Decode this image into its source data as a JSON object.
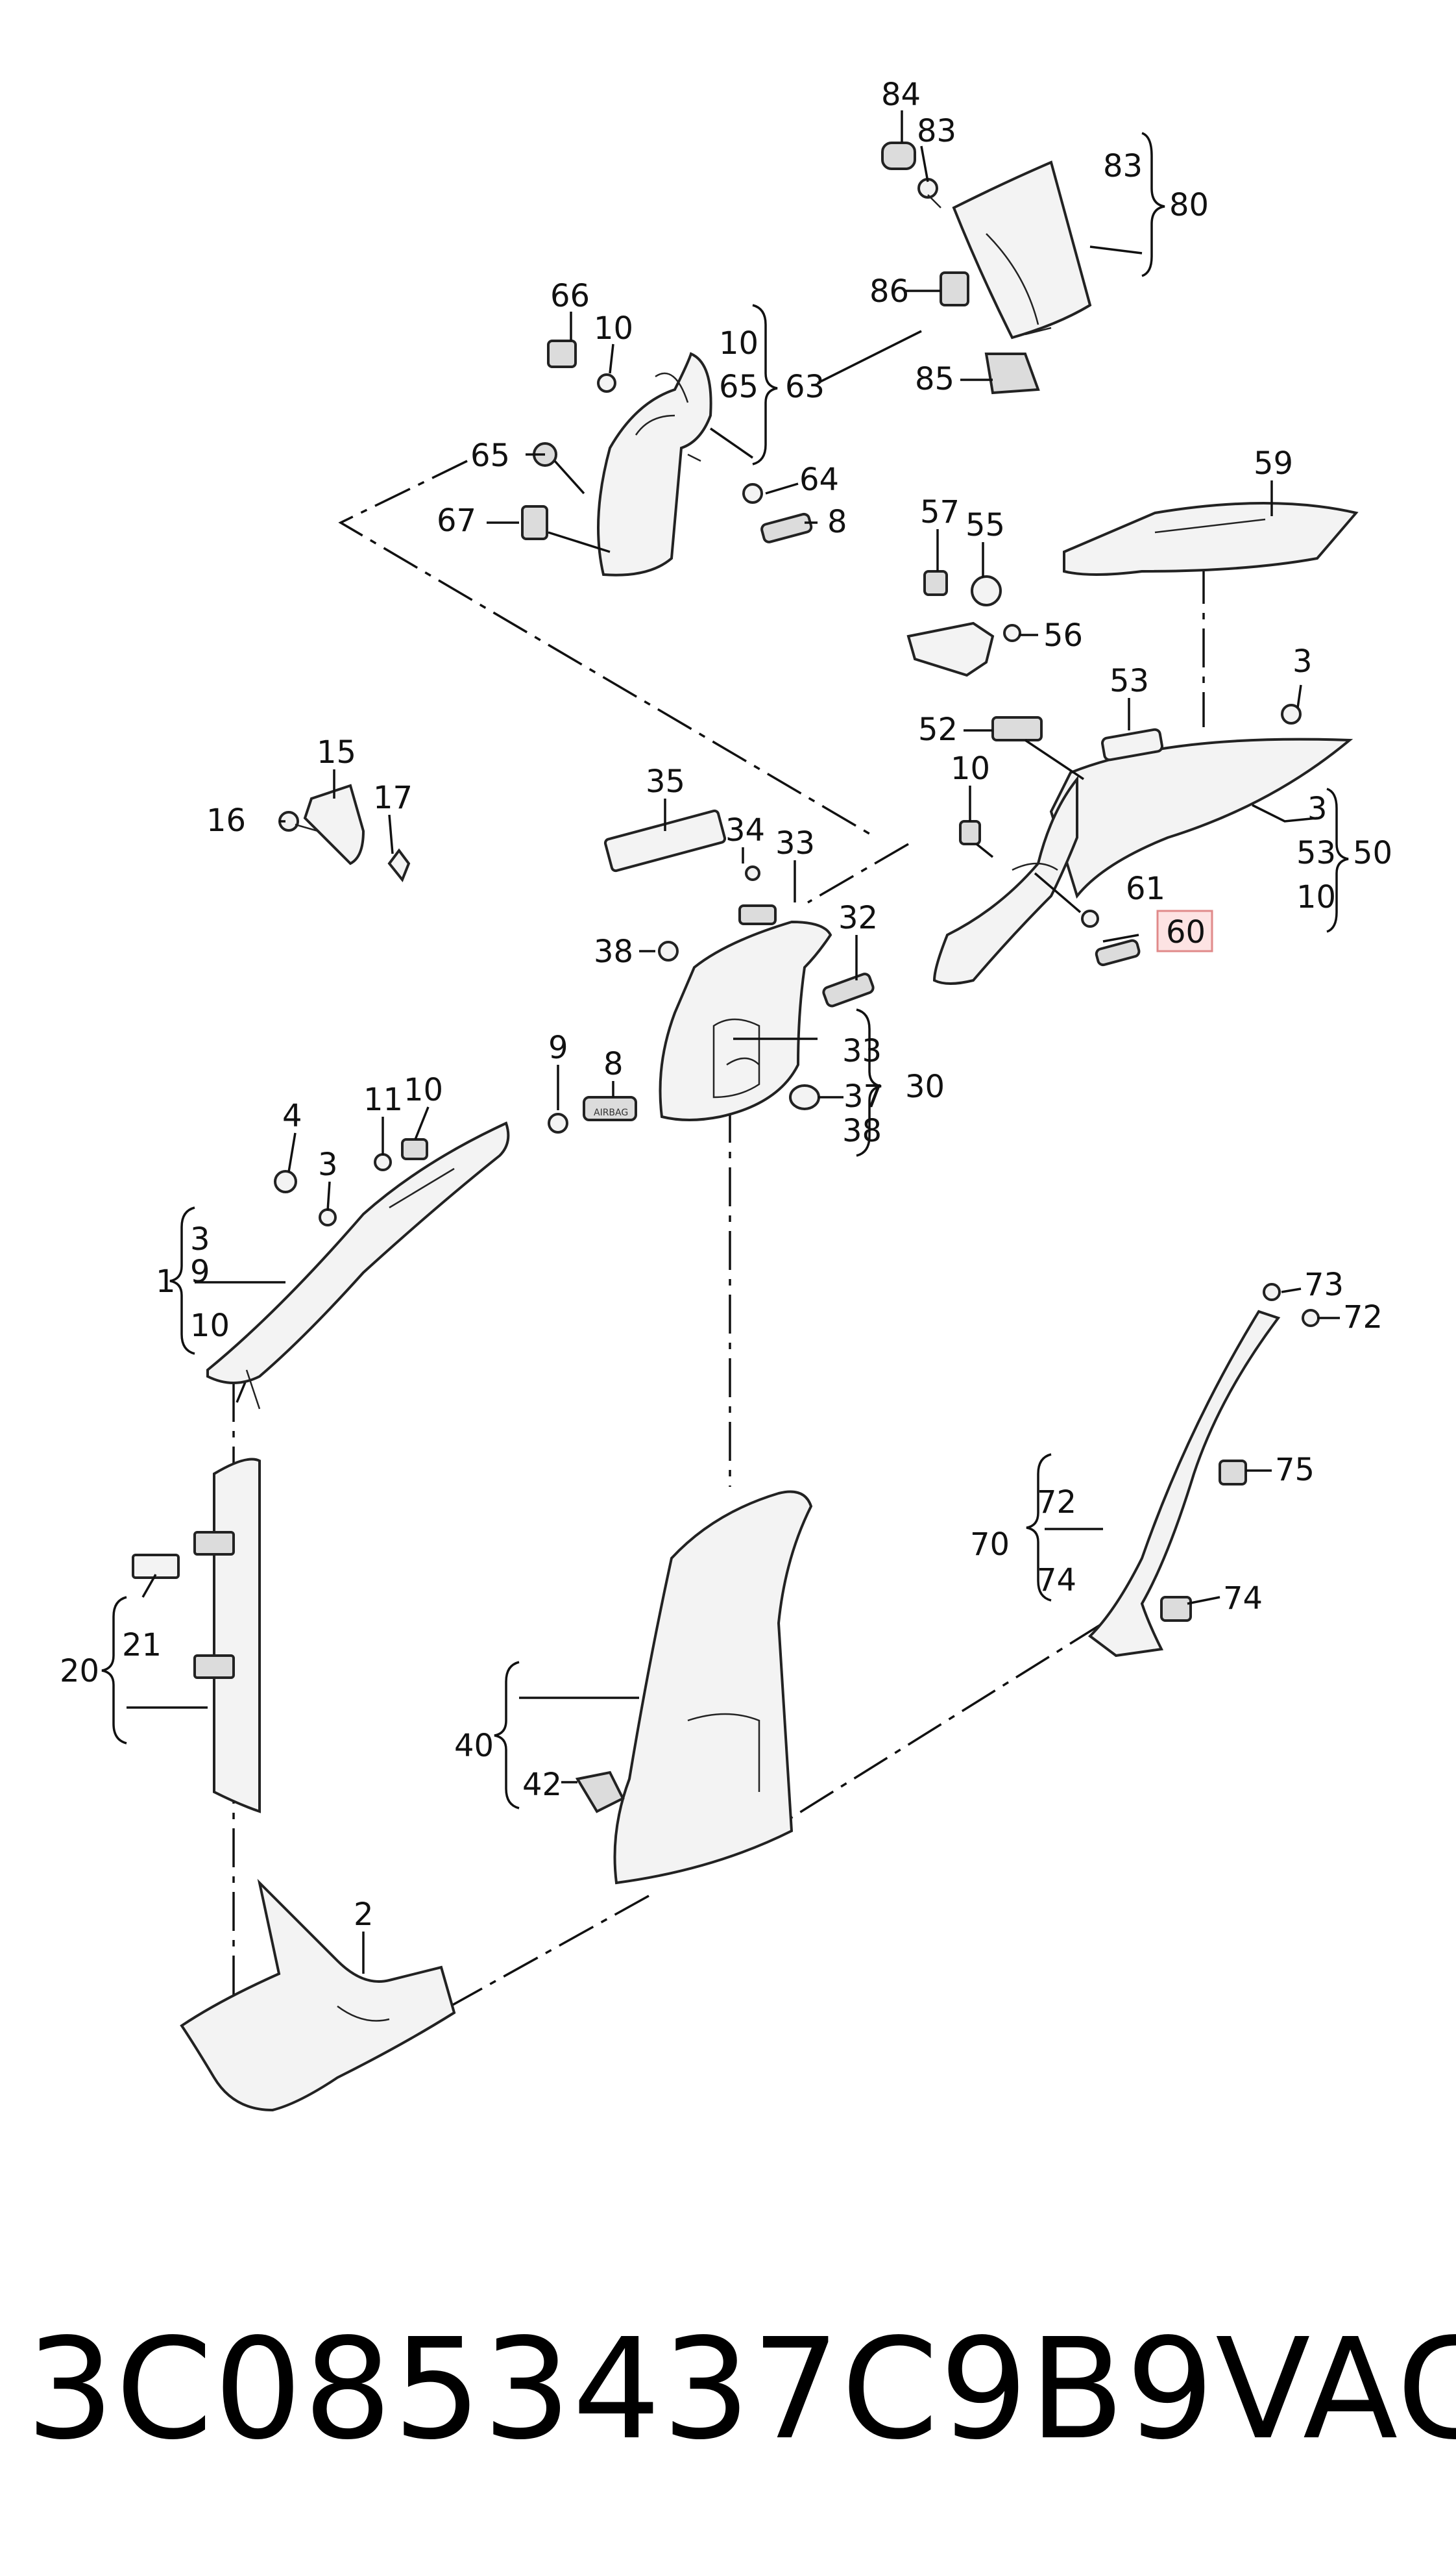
{
  "callouts": {
    "c84": "84",
    "c83a": "83",
    "c83b": "83",
    "c80": "80",
    "c86": "86",
    "c85": "85",
    "c66": "66",
    "c10a": "10",
    "c10b": "10",
    "c65a": "65",
    "c63": "63",
    "c65b": "65",
    "c64": "64",
    "c67": "67",
    "c8a": "8",
    "c59": "59",
    "c57": "57",
    "c55": "55",
    "c56": "56",
    "c53a": "53",
    "c52": "52",
    "c3a": "3",
    "c10c": "10",
    "c3b": "3",
    "c53b": "53",
    "c50": "50",
    "c10d": "10",
    "c61": "61",
    "c60": "60",
    "c15": "15",
    "c16": "16",
    "c17": "17",
    "c35": "35",
    "c34": "34",
    "c33a": "33",
    "c32": "32",
    "c38a": "38",
    "c33b": "33",
    "c37": "37",
    "c30": "30",
    "c38b": "38",
    "c9a": "9",
    "c8b": "8",
    "c11": "11",
    "c10e": "10",
    "c4": "4",
    "c3c": "3",
    "c3d": "3",
    "c1": "1",
    "c9b": "9",
    "c10f": "10",
    "c73": "73",
    "c72a": "72",
    "c75": "75",
    "c72b": "72",
    "c70": "70",
    "c74a": "74",
    "c74b": "74",
    "c21": "21",
    "c20": "20",
    "c40": "40",
    "c42": "42",
    "c2": "2"
  },
  "highlight": {
    "label": "60",
    "fill": "#fde3e3",
    "stroke": "#e08a8a"
  },
  "part_labels": {
    "airbag": "AIRBAG"
  },
  "footer": {
    "part_number": "3C0853437C9B9",
    "brand": "VAG"
  }
}
